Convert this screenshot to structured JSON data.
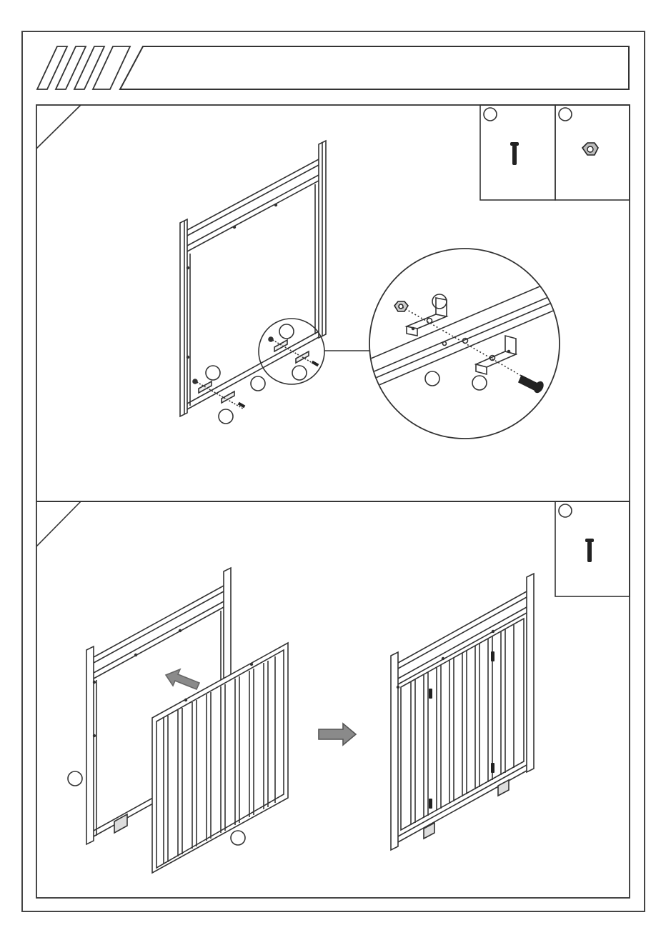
{
  "document": {
    "type": "assembly-instruction-page",
    "header": {
      "title_text": "",
      "decoration": "diagonal-stripes"
    },
    "colors": {
      "line": "#333333",
      "frame": "#444444",
      "arrow_fill": "#8a8a8a",
      "fastener": "#222222"
    },
    "step_a": {
      "step_number": "",
      "parts": [
        {
          "id": "",
          "icon": "bolt-icon"
        },
        {
          "id": "",
          "icon": "nut-icon"
        }
      ],
      "callouts": [
        "",
        "",
        "",
        "",
        "",
        "",
        "",
        "",
        ""
      ],
      "detail_view": "bracket-attachment-zoom"
    },
    "step_b": {
      "step_number": "",
      "parts": [
        {
          "id": "",
          "icon": "bolt-icon"
        }
      ],
      "callouts": [
        "",
        ""
      ],
      "arrows": [
        "insert-arrow",
        "result-arrow"
      ]
    }
  }
}
